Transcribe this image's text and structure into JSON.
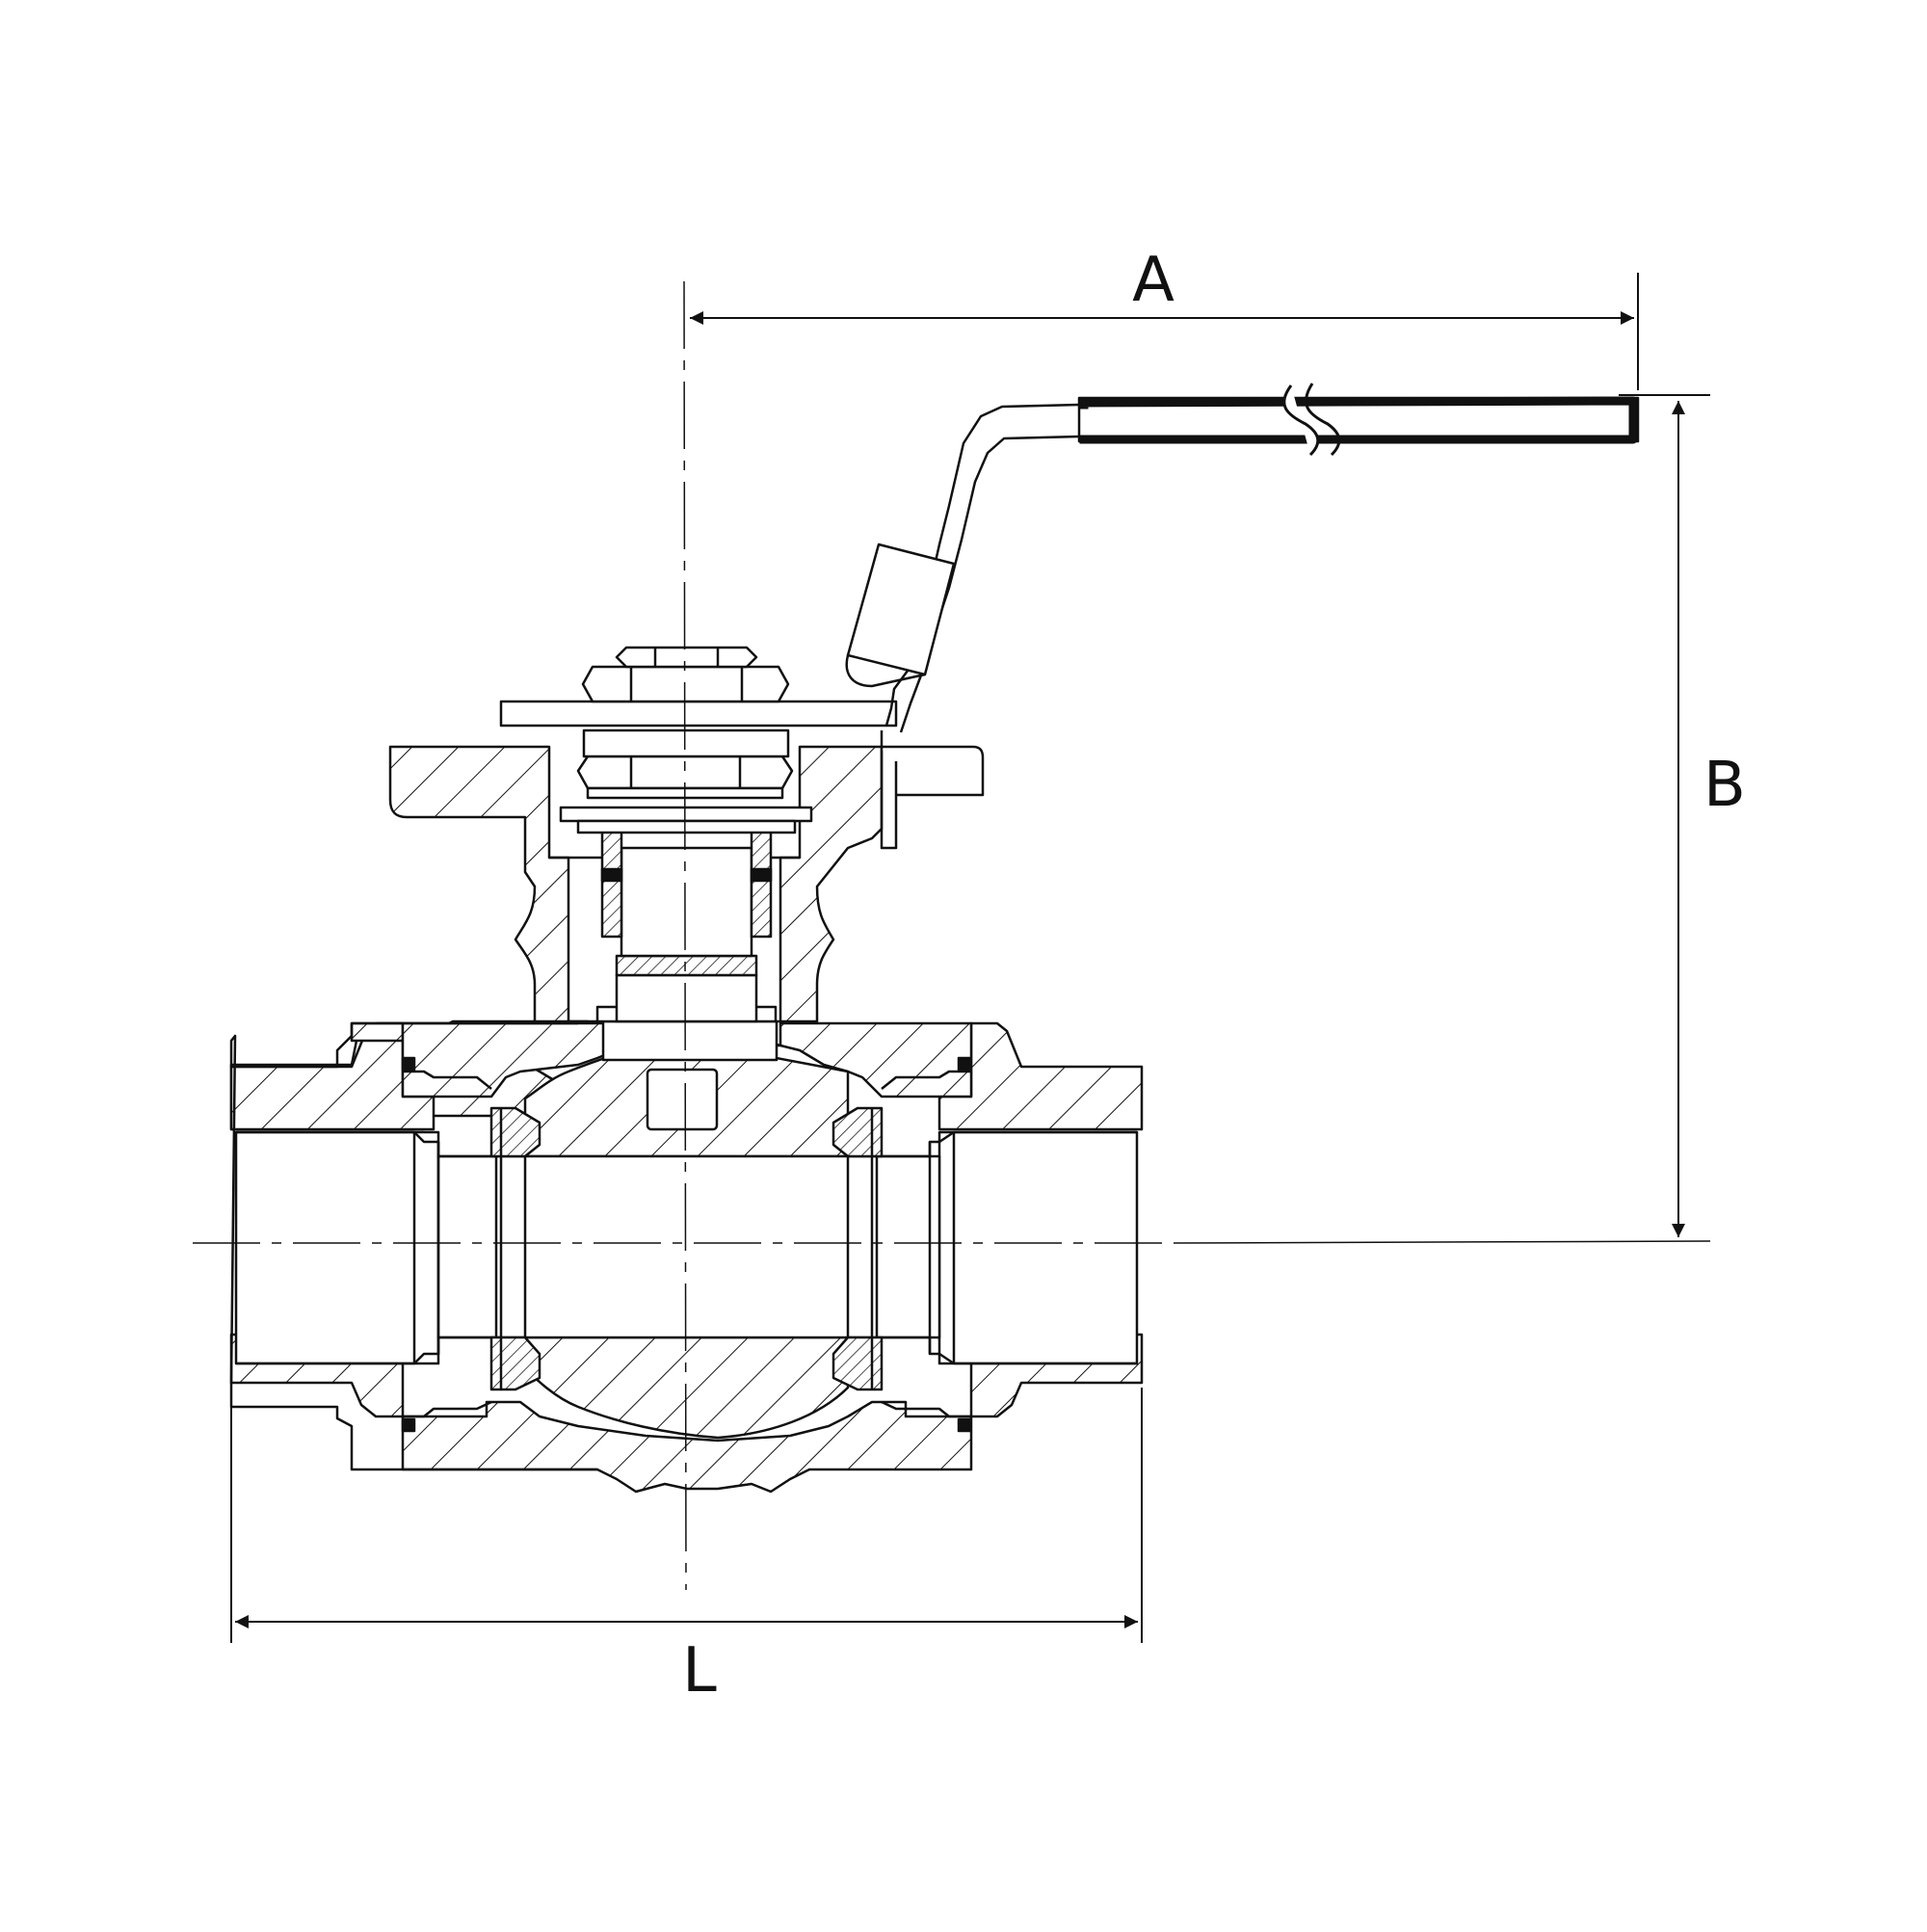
{
  "drawing": {
    "dimensions": {
      "a": {
        "label": "A"
      },
      "b": {
        "label": "B"
      },
      "l": {
        "label": "L"
      }
    },
    "colors": {
      "line": "#111111",
      "background": "#ffffff"
    }
  }
}
